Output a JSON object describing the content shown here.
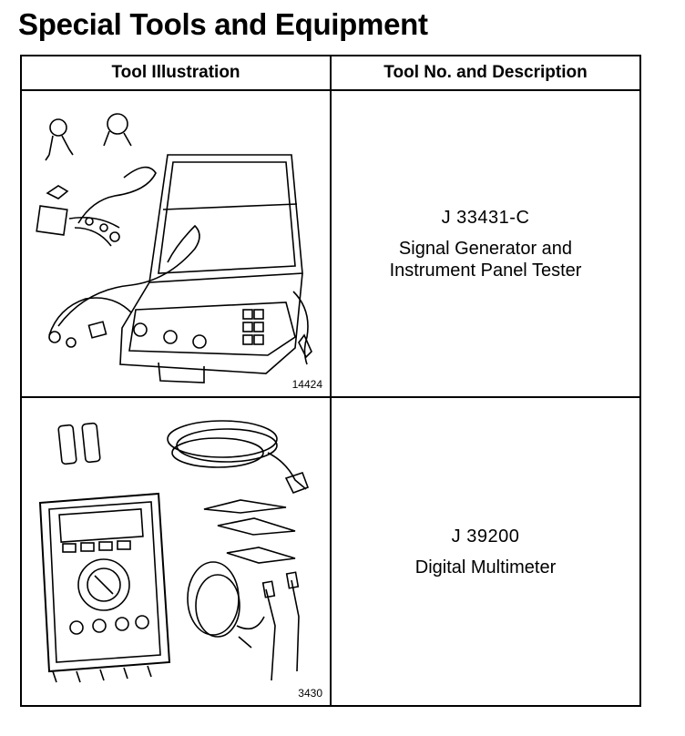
{
  "page": {
    "title": "Special Tools and Equipment"
  },
  "table": {
    "headers": [
      "Tool Illustration",
      "Tool No. and Description"
    ],
    "rows": [
      {
        "figure_number": "14424",
        "tool_no": "J 33431-C",
        "description": [
          "Signal Generator and",
          "Instrument Panel Tester"
        ],
        "illustration_icon": "signal-generator-case-illustration"
      },
      {
        "figure_number": "3430",
        "tool_no": "J 39200",
        "description": [
          "Digital Multimeter"
        ],
        "illustration_icon": "digital-multimeter-illustration"
      }
    ]
  }
}
